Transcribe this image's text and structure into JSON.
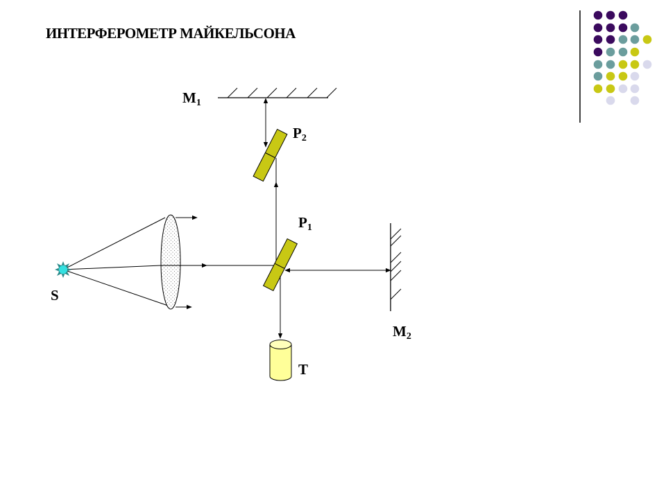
{
  "title": "ИНТЕРФЕРОМЕТР МАЙКЕЛЬСОНА",
  "labels": {
    "m1": {
      "main": "M",
      "sub": "1"
    },
    "m2": {
      "main": "M",
      "sub": "2"
    },
    "p1": {
      "main": "P",
      "sub": "1"
    },
    "p2": {
      "main": "P",
      "sub": "2"
    },
    "source": "S",
    "telescope": "T"
  },
  "colors": {
    "plate": "#c8c814",
    "telescope": "#ffff99",
    "source": "#33e0e0",
    "dot_purple": "#3b0a5e",
    "dot_teal": "#6b9d9d",
    "dot_yellow": "#c8c814",
    "dot_lavender": "#d9d9ec"
  },
  "decoration_grid": [
    [
      "P",
      "P",
      "P",
      "",
      ""
    ],
    [
      "P",
      "P",
      "P",
      "T",
      ""
    ],
    [
      "P",
      "P",
      "T",
      "T",
      "Y"
    ],
    [
      "P",
      "T",
      "T",
      "Y",
      ""
    ],
    [
      "T",
      "T",
      "Y",
      "Y",
      "L"
    ],
    [
      "T",
      "Y",
      "Y",
      "L",
      ""
    ],
    [
      "Y",
      "Y",
      "L",
      "L",
      ""
    ],
    [
      "",
      "L",
      "",
      "L",
      ""
    ]
  ]
}
